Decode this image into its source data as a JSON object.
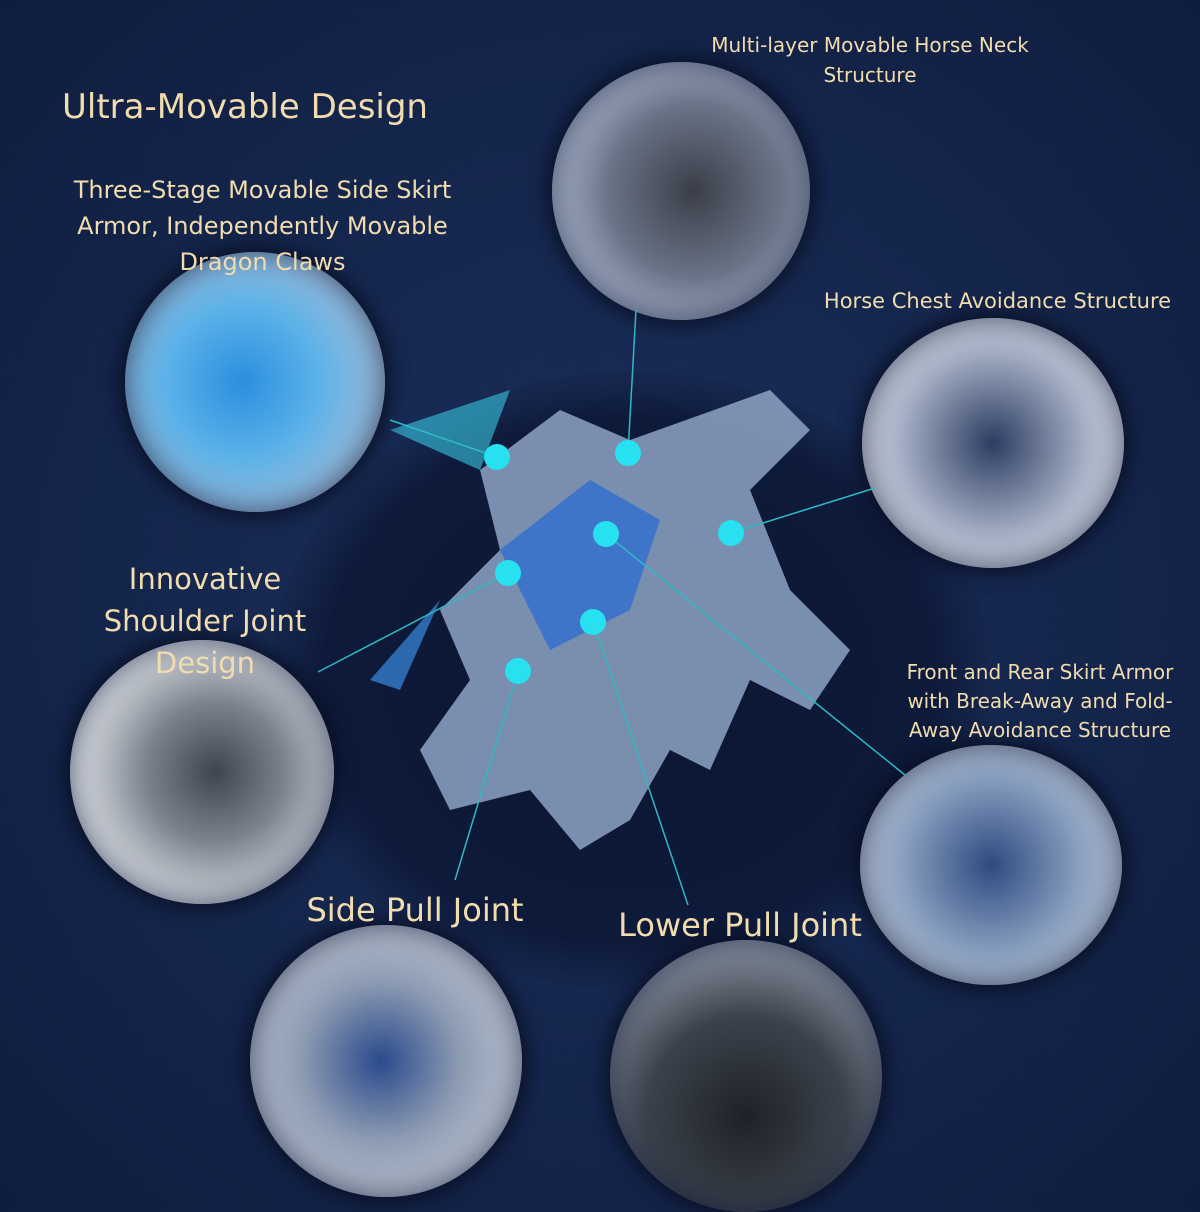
{
  "title": "Ultra-Movable Design",
  "features": [
    {
      "id": "neck",
      "label": "Multi-layer Movable Horse Neck Structure"
    },
    {
      "id": "skirt",
      "label": "Three-Stage Movable Side Skirt Armor, Independently Movable Dragon Claws"
    },
    {
      "id": "chest",
      "label": "Horse Chest Avoidance Structure"
    },
    {
      "id": "shoulder",
      "label": "Innovative Shoulder Joint Design"
    },
    {
      "id": "frontrear",
      "label": "Front and Rear Skirt Armor with Break-Away and Fold-Away Avoidance Structure"
    },
    {
      "id": "sidepull",
      "label": "Side Pull Joint"
    },
    {
      "id": "lowerpull",
      "label": "Lower Pull Joint"
    }
  ],
  "colors": {
    "background": "#15264d",
    "text": "#f1dcae",
    "marker": "#27e0f0"
  }
}
